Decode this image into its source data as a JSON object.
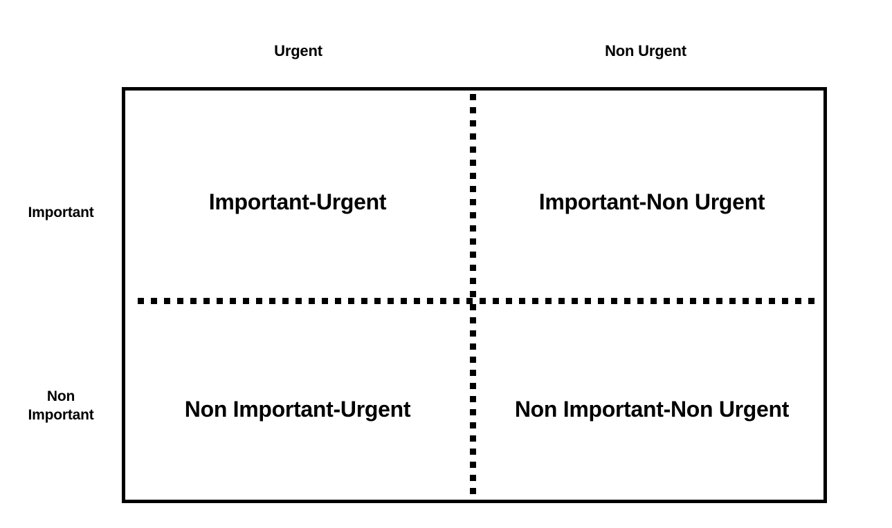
{
  "diagram": {
    "type": "eisenhower-matrix",
    "background_color": "#ffffff",
    "line_color": "#000000"
  },
  "column_headers": [
    {
      "label": "Urgent"
    },
    {
      "label": "Non Urgent"
    }
  ],
  "row_headers": [
    {
      "label": "Important",
      "lines": [
        "Important"
      ]
    },
    {
      "label": "Non Important",
      "lines": [
        "Non",
        "Important"
      ]
    }
  ],
  "row_header_important_line1": "Important",
  "row_header_nonimportant_line1": "Non",
  "row_header_nonimportant_line2": "Important",
  "quadrants": [
    {
      "label": "Important-Urgent",
      "row": "Important",
      "column": "Urgent"
    },
    {
      "label": "Important-Non Urgent",
      "row": "Important",
      "column": "Non Urgent"
    },
    {
      "label": "Non Important-Urgent",
      "row": "Non Important",
      "column": "Urgent"
    },
    {
      "label": "Non Important-Non Urgent",
      "row": "Non Important",
      "column": "Non Urgent"
    }
  ]
}
